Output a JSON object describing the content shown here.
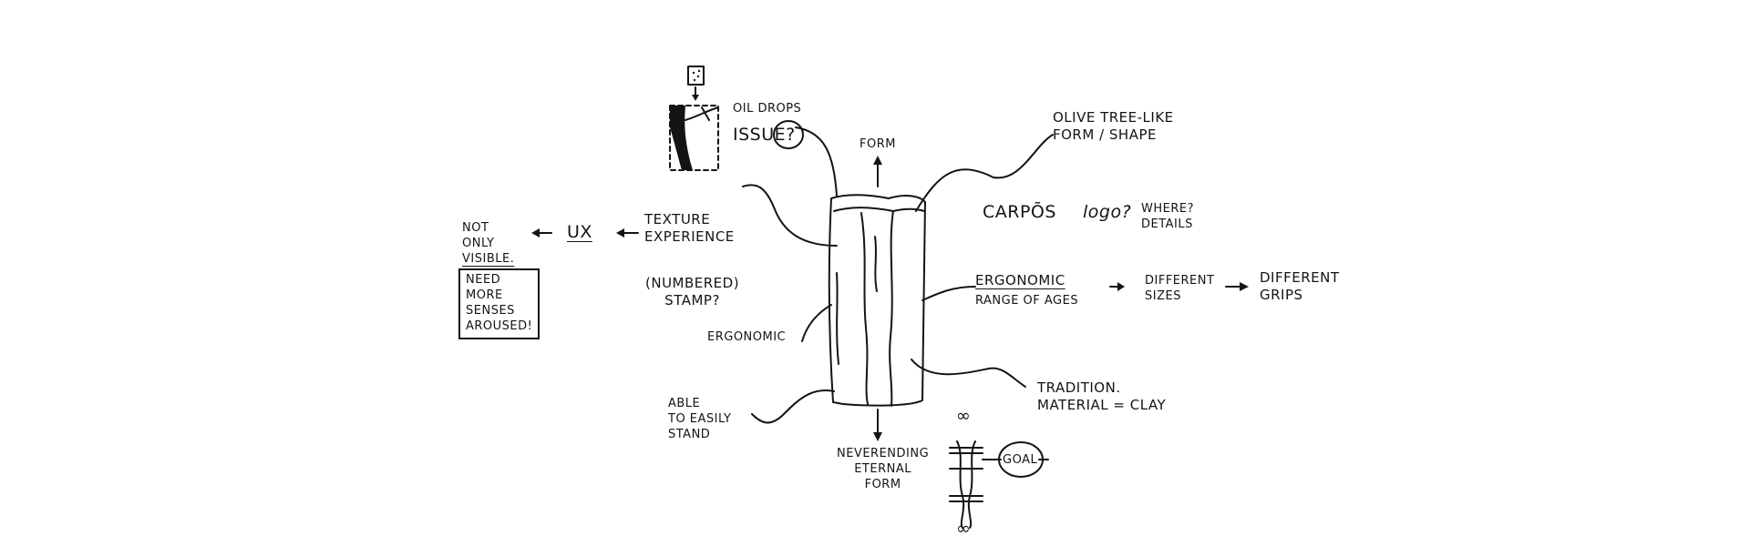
{
  "labels": {
    "not_only_visible": [
      "NOT",
      "ONLY",
      "VISIBLE."
    ],
    "need_more_senses": [
      "NEED",
      "MORE",
      "SENSES",
      "AROUSED!"
    ],
    "ux": "UX",
    "texture_experience": [
      "TEXTURE",
      "EXPERIENCE"
    ],
    "oil_drops": "OIL DROPS",
    "issue": "ISSUE?",
    "form": "FORM",
    "olive_tree": [
      "OLIVE TREE-LIKE",
      "FORM / SHAPE"
    ],
    "carpos": "CARPŌS",
    "logo": "logo?",
    "where_details": [
      "WHERE?",
      "DETAILS"
    ],
    "numbered_stamp": [
      "(NUMBERED)",
      "STAMP?"
    ],
    "ergonomic_left": "ERGONOMIC",
    "ergonomic_right": "ERGONOMIC",
    "range_of_ages": "RANGE OF AGES",
    "different_sizes": [
      "DIFFERENT",
      "SIZES"
    ],
    "different_grips": [
      "DIFFERENT",
      "GRIPS"
    ],
    "tradition": [
      "TRADITION.",
      "MATERIAL = CLAY"
    ],
    "able_to_stand": [
      "ABLE",
      "TO EASILY",
      "STAND"
    ],
    "neverending": [
      "NEVERENDING",
      "ETERNAL",
      "FORM"
    ],
    "goal": "GOAL",
    "infinity_top": "∞",
    "infinity_bottom": "∞"
  }
}
